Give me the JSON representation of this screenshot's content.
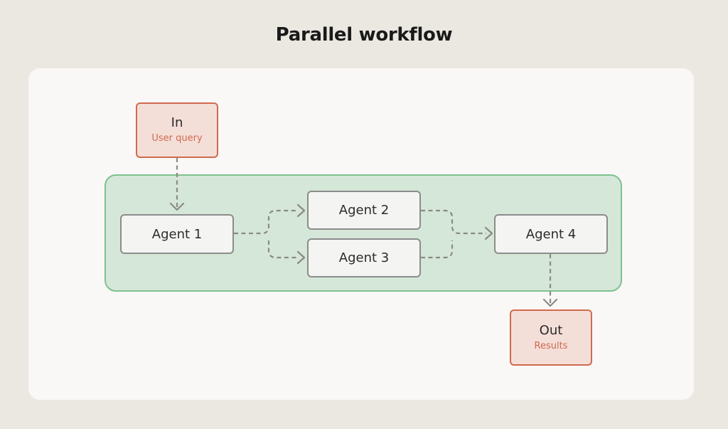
{
  "title": "Parallel workflow",
  "input": {
    "label": "In",
    "sublabel": "User query"
  },
  "output": {
    "label": "Out",
    "sublabel": "Results"
  },
  "agents": [
    "Agent 1",
    "Agent 2",
    "Agent 3",
    "Agent 4"
  ],
  "colors": {
    "background": "#eae8e1",
    "card": "#f9f8f6",
    "group_fill": "#d5e7d8",
    "group_border": "#7fc18f",
    "io_fill": "#f4ded8",
    "io_border": "#d06a4f",
    "agent_fill": "#f4f4f2",
    "agent_border": "#8c8c8c",
    "connector": "#8a8a85"
  }
}
